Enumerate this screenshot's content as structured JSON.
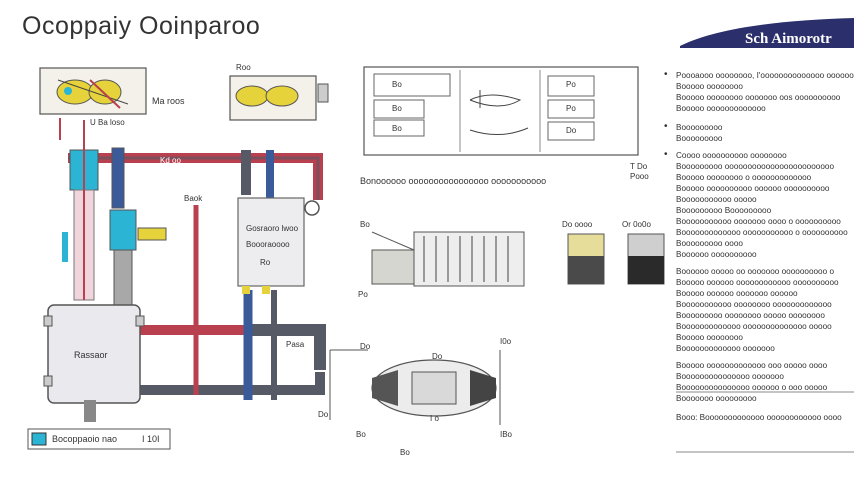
{
  "title": "Ocoppaiy Ooinparoo",
  "logo_text": "Sch Aimorotr",
  "colors": {
    "hot_pipe": "#b8404f",
    "cold_pipe": "#3a5a9a",
    "dark_pipe": "#555a66",
    "yellow": "#e6d23a",
    "cyan": "#2bb4d4",
    "brand": "#2b2f6b"
  },
  "left_diagram": {
    "label_top_box": "Ma roos",
    "label_top_small": "U Ba loso",
    "label_mid_box": "Roo",
    "label_right_box": "Kd oo",
    "label_vert": "Baok",
    "label_tank": "Rassaor",
    "label_right_unit_1": "Gosraoro lwoo",
    "label_right_unit_2": "Boooraoooo",
    "label_right_unit_3": "Ro",
    "label_pipe": "Pasa",
    "legend_text": "Bocoppaoio nao",
    "legend_num": "I 10I"
  },
  "top_right_panel": {
    "cells": [
      "Bo",
      "Bo",
      "Po",
      "Po",
      "Bo",
      "Do"
    ],
    "caption": "Bonoooooo oooooooooooooooo ooooooooooo",
    "side_label_1": "T Do",
    "side_label_2": "Pooo"
  },
  "mid_right": {
    "label_1": "Bo",
    "label_2": "Do oooo",
    "label_3": "Or 0o0o",
    "label_4": "Po"
  },
  "bottom_right": {
    "label_1": "Do",
    "label_2": "Do",
    "label_3": "I0o",
    "label_4": "Do",
    "label_5": "Bo",
    "label_6": "I o",
    "label_7": "Bo",
    "label_8": "IBo"
  },
  "right_panel": {
    "blocks": [
      {
        "bullet": "•",
        "lines": [
          "Poooaooo oooooooo, I'oooooooooooooo ooooooooo",
          "Booooo oooooooo",
          "Booooo oooooooo ooooooo oos oooooooooo",
          "Booooo ooooooooooooo"
        ]
      },
      {
        "bullet": "•",
        "lines": [
          "Booooooooo",
          "Booooooooo"
        ]
      },
      {
        "bullet": "•",
        "lines": [
          "Coooo oooooooooo oooooooo",
          "Booooooooo oooooooooooooooooooooooo",
          "Booooo oooooooo o ooooooooooooo",
          "Booooo oooooooooo oooooo oooooooooo",
          "Booooooooooo ooooo",
          "Booooooooo Booooooooo",
          "Booooooooooo ooooooo oooo o oooooooooo",
          "Booooooooooooo ooooooooooo o oooooooooo",
          "Booooooooo oooo",
          "Boooooo oooooooooo"
        ]
      },
      {
        "bullet": "",
        "lines": [
          "Boooooo ooooo oo ooooooo oooooooooo o",
          "Booooo oooooo oooooooooooo oooooooooo",
          "Booooo oooooo ooooooo oooooo",
          "Booooooooooo oooooooo ooooooooooooo",
          "Booooooooo oooooooo ooooo oooooooo",
          "Booooooooooooo oooooooooooooo ooooo",
          "Booooo oooooooo",
          "Booooooooooooo ooooooo"
        ]
      },
      {
        "bullet": "",
        "lines": [
          "Booooo ooooooooooooo ooo ooooo oooo",
          "Booooooooooooooo ooooooo",
          "Booooooooooooooo oooooo o ooo ooooo",
          "Booooooo ooooooooo"
        ]
      },
      {
        "bullet": "",
        "lines": [
          "Booo: Booooooooooooo oooooooooooo oooo"
        ]
      }
    ]
  }
}
